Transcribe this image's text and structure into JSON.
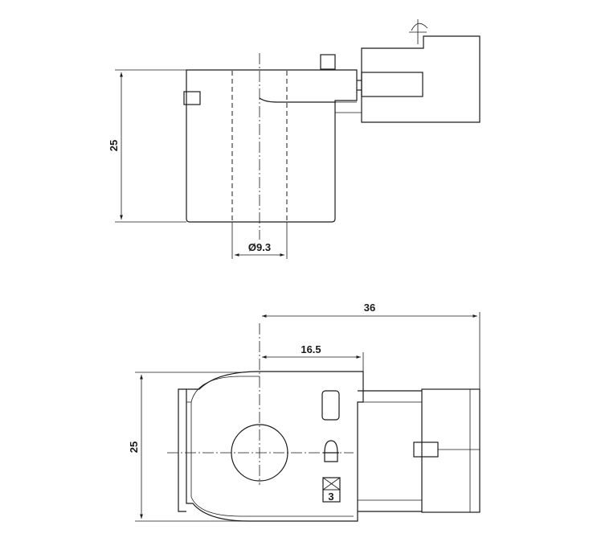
{
  "top_view": {
    "height_label": "25",
    "bore_label": "Ø9.3"
  },
  "bottom_view": {
    "height_label": "25",
    "total_width_label": "36",
    "center_offset_label": "16.5",
    "marking_label": "3"
  },
  "colors": {
    "line": "#1a1a1a",
    "background": "#ffffff"
  }
}
